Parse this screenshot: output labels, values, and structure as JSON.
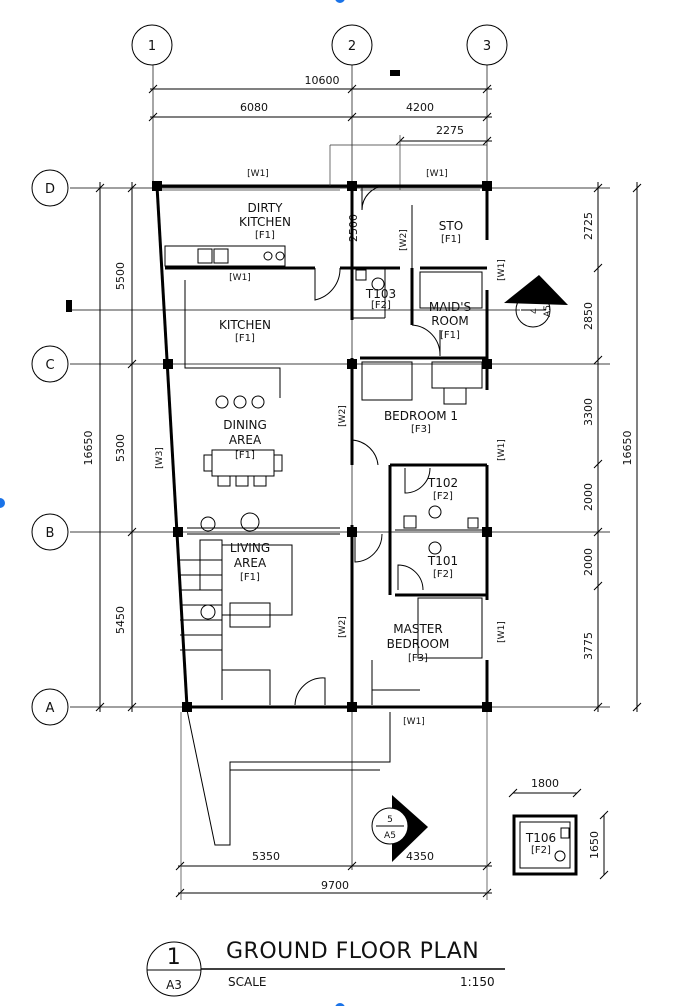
{
  "grid": {
    "columns": [
      "1",
      "2",
      "3"
    ],
    "rows": [
      "D",
      "C",
      "B",
      "A"
    ]
  },
  "dimensions": {
    "top_total": "10600",
    "top_left": "6080",
    "top_right": "4200",
    "top_sub": "2275",
    "left_1": "5500",
    "left_2": "5300",
    "left_3": "5450",
    "left_total": "16650",
    "right_1": "2725",
    "right_2": "2850",
    "right_3": "3300",
    "right_4": "2000",
    "right_5": "2000",
    "right_6": "3775",
    "right_total": "16650",
    "bottom_left": "5350",
    "bottom_right": "4350",
    "bottom_total": "9700",
    "cubicle_width": "1800",
    "cubicle_depth": "1650",
    "mid_2500": "2500"
  },
  "rooms": {
    "dirty_kitchen": {
      "line1": "DIRTY",
      "line2": "KITCHEN",
      "finish": "[F1]"
    },
    "sto": {
      "name": "STO",
      "finish": "[F1]"
    },
    "t103": {
      "name": "T103",
      "finish": "[F2]"
    },
    "maids_room": {
      "line1": "MAID'S",
      "line2": "ROOM",
      "finish": "[F1]"
    },
    "kitchen": {
      "name": "KITCHEN",
      "finish": "[F1]"
    },
    "bedroom1": {
      "name": "BEDROOM 1",
      "finish": "[F3]"
    },
    "dining": {
      "line1": "DINING",
      "line2": "AREA",
      "finish": "[F1]"
    },
    "t102": {
      "name": "T102",
      "finish": "[F2]"
    },
    "living": {
      "line1": "LIVING",
      "line2": "AREA",
      "finish": "[F1]"
    },
    "t101": {
      "name": "T101",
      "finish": "[F2]"
    },
    "master": {
      "line1": "MASTER",
      "line2": "BEDROOM",
      "finish": "[F3]"
    },
    "t106": {
      "name": "T106",
      "finish": "[F2]"
    }
  },
  "wall_tags": {
    "w1": "[W1]",
    "w2": "[W2]",
    "w3": "[W3]"
  },
  "section_markers": {
    "east": {
      "number": "4",
      "sheet": "A5"
    },
    "south": {
      "number": "5",
      "sheet": "A5"
    }
  },
  "title_block": {
    "number": "1",
    "sheet": "A3",
    "title": "GROUND FLOOR PLAN",
    "scale_label": "SCALE",
    "scale_value": "1:150"
  },
  "colors": {
    "line": "#000000",
    "marker": "#1a73e8"
  }
}
